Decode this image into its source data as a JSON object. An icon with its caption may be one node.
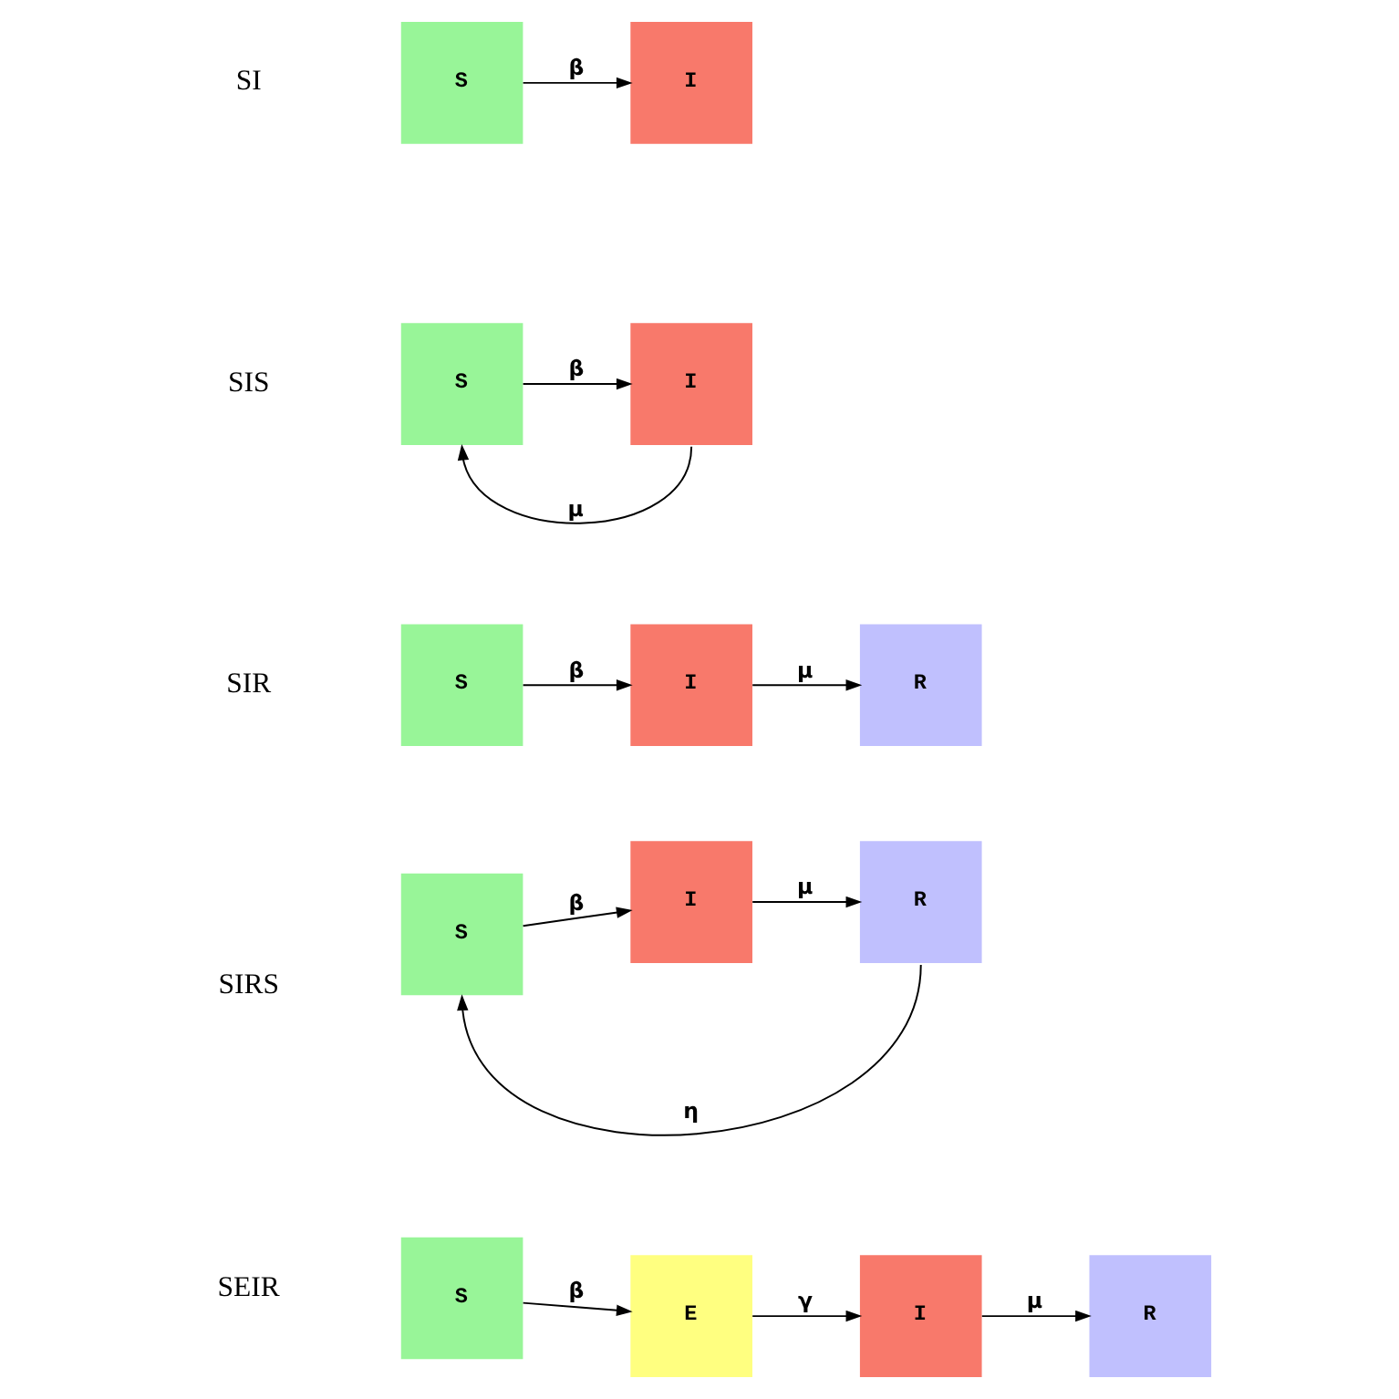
{
  "diagram": {
    "nodes": [
      {
        "text": [
          "S"
        ]
      },
      {
        "text": [
          "I"
        ]
      },
      {
        "text": [
          "S"
        ]
      },
      {
        "text": [
          "I"
        ]
      },
      {
        "text": [
          "S"
        ]
      },
      {
        "text": [
          "I"
        ]
      },
      {
        "text": [
          "R"
        ]
      },
      {
        "text": [
          "S"
        ]
      },
      {
        "text": [
          "I"
        ]
      },
      {
        "text": [
          "R"
        ]
      },
      {
        "text": [
          "S"
        ]
      },
      {
        "text": [
          "E"
        ]
      },
      {
        "text": [
          "I"
        ]
      },
      {
        "text": [
          "R"
        ]
      }
    ],
    "edges": [
      {
        "from": 0,
        "to": 1,
        "arrow": "to",
        "label": "β"
      },
      {
        "from": 2,
        "to": 3,
        "arrow": "to",
        "label": "β"
      },
      {
        "from": 3,
        "to": 2,
        "arrow": "to",
        "label": "μ"
      },
      {
        "from": 4,
        "to": 5,
        "arrow": "to",
        "label": "β"
      },
      {
        "from": 5,
        "to": 6,
        "arrow": "to",
        "label": "μ"
      },
      {
        "from": 7,
        "to": 8,
        "arrow": "to",
        "label": "β"
      },
      {
        "from": 8,
        "to": 9,
        "arrow": "to",
        "label": "μ"
      },
      {
        "from": 9,
        "to": 7,
        "arrow": "to",
        "label": "η"
      },
      {
        "from": 10,
        "to": 11,
        "arrow": "to",
        "label": "β"
      },
      {
        "from": 11,
        "to": 12,
        "arrow": "to",
        "label": "γ"
      },
      {
        "from": 12,
        "to": 13,
        "arrow": "to",
        "label": "μ"
      }
    ],
    "labels": [
      "SI",
      "SIS",
      "SIR",
      "SIRS",
      "SEIR"
    ]
  }
}
